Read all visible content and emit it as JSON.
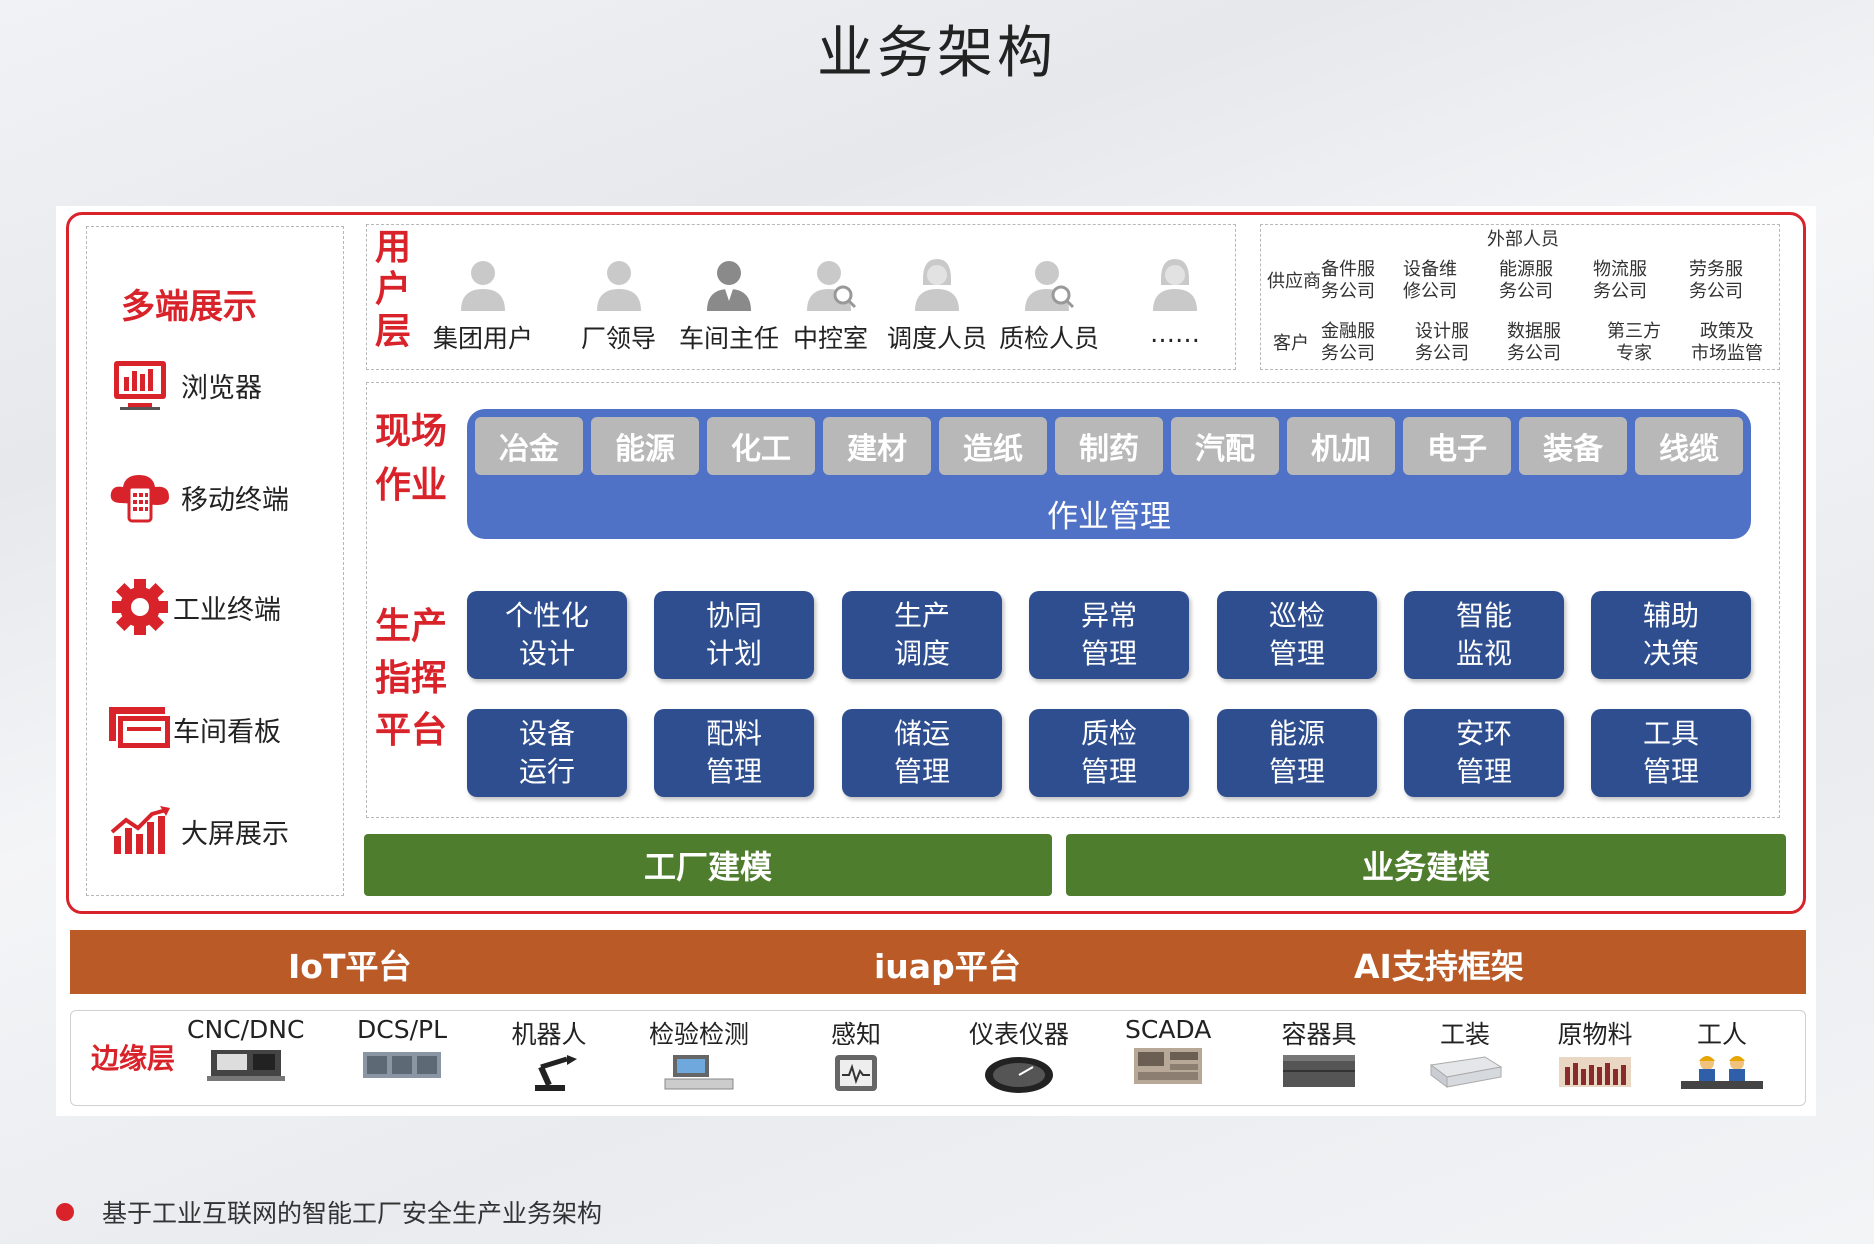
{
  "title": "业务架构",
  "left_panel": {
    "title": "多端展示",
    "items": [
      {
        "label": "浏览器",
        "icon": "browser-icon"
      },
      {
        "label": "移动终端",
        "icon": "mobile-cloud-icon"
      },
      {
        "label": "工业终端",
        "icon": "gear-icon"
      },
      {
        "label": "车间看板",
        "icon": "board-icon"
      },
      {
        "label": "大屏展示",
        "icon": "chart-icon"
      }
    ]
  },
  "user_layer": {
    "title_chars": [
      "用",
      "户",
      "层"
    ],
    "users": [
      "集团用户",
      "厂领导",
      "车间主任",
      "中控室",
      "调度人员",
      "质检人员",
      "……"
    ]
  },
  "external": {
    "header": "外部人员",
    "supplier_label": "供应商",
    "customer_label": "客户",
    "row1": [
      [
        "备件服",
        "务公司"
      ],
      [
        "设备维",
        "修公司"
      ],
      [
        "能源服",
        "务公司"
      ],
      [
        "物流服",
        "务公司"
      ],
      [
        "劳务服",
        "务公司"
      ]
    ],
    "row2": [
      [
        "金融服",
        "务公司"
      ],
      [
        "设计服",
        "务公司"
      ],
      [
        "数据服",
        "务公司"
      ],
      [
        "第三方",
        "专家"
      ],
      [
        "政策及",
        "市场监管"
      ]
    ]
  },
  "operations": {
    "site_title": [
      "现场",
      "作业"
    ],
    "industries": [
      "冶金",
      "能源",
      "化工",
      "建材",
      "造纸",
      "制药",
      "汽配",
      "机加",
      "电子",
      "装备",
      "线缆"
    ],
    "ops_label": "作业管理",
    "command_title": [
      "生产",
      "指挥",
      "平台"
    ],
    "row1": [
      [
        "个性化",
        "设计"
      ],
      [
        "协同",
        "计划"
      ],
      [
        "生产",
        "调度"
      ],
      [
        "异常",
        "管理"
      ],
      [
        "巡检",
        "管理"
      ],
      [
        "智能",
        "监视"
      ],
      [
        "辅助",
        "决策"
      ]
    ],
    "row2": [
      [
        "设备",
        "运行"
      ],
      [
        "配料",
        "管理"
      ],
      [
        "储运",
        "管理"
      ],
      [
        "质检",
        "管理"
      ],
      [
        "能源",
        "管理"
      ],
      [
        "安环",
        "管理"
      ],
      [
        "工具",
        "管理"
      ]
    ]
  },
  "modeling": {
    "factory": "工厂建模",
    "business": "业务建模"
  },
  "platforms": [
    "IoT平台",
    "iuap平台",
    "AI支持框架"
  ],
  "edge": {
    "title": "边缘层",
    "items": [
      "CNC/DNC",
      "DCS/PL",
      "机器人",
      "检验检测",
      "感知",
      "仪表仪器",
      "SCADA",
      "容器具",
      "工装",
      "原物料",
      "工人"
    ]
  },
  "caption": "基于工业互联网的智能工厂安全生产业务架构",
  "colors": {
    "accent_red": "#d9232b",
    "ops_blue": "#4f72c6",
    "module_blue": "#2e4e8f",
    "model_green": "#4e7d2e",
    "platform_orange": "#b95a27"
  }
}
